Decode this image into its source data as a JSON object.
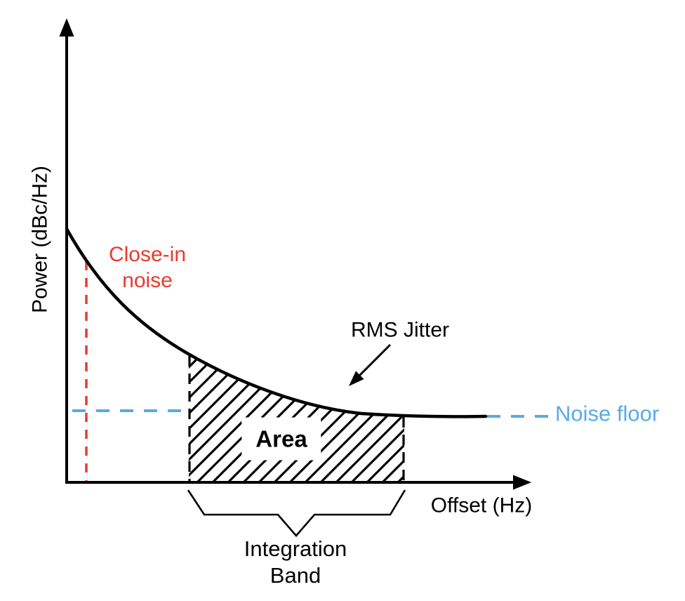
{
  "diagram": {
    "background_color": "#ffffff",
    "y_axis": {
      "label": "Power (dBc/Hz)"
    },
    "x_axis": {
      "label": "Offset (Hz)"
    },
    "close_in_noise": {
      "line1": "Close-in",
      "line2": "noise",
      "color": "#e93a2d"
    },
    "rms_jitter": {
      "label": "RMS Jitter"
    },
    "noise_floor": {
      "label": "Noise floor",
      "color": "#58aae8"
    },
    "area": {
      "label": "Area"
    },
    "integration_band": {
      "line1": "Integration",
      "line2": "Band"
    },
    "line_colors": {
      "curve": "#000000",
      "axes": "#000000",
      "hatch": "#000000"
    }
  }
}
